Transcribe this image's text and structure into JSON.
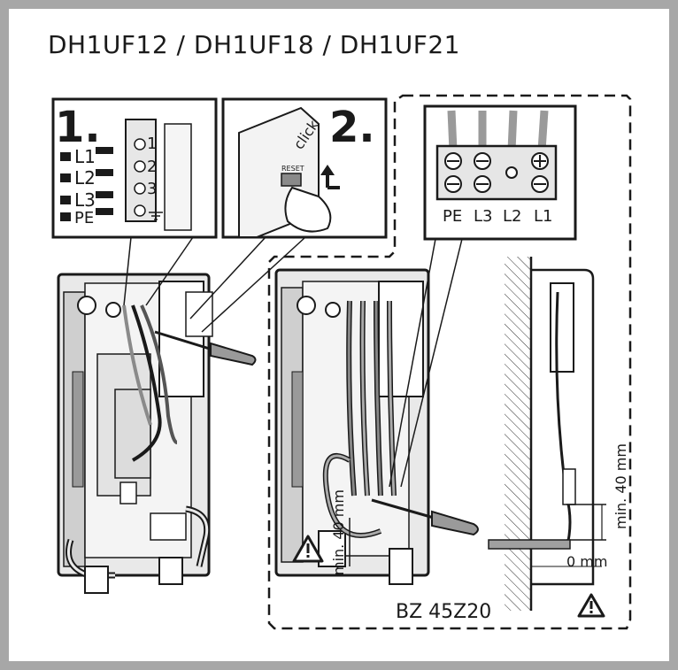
{
  "title": "DH1UF12 / DH1UF18 / DH1UF21",
  "step1": {
    "number": "1.",
    "terminals": [
      "L1",
      "L2",
      "L3",
      "PE"
    ],
    "block_labels": [
      "1",
      "2",
      "3"
    ]
  },
  "step2": {
    "number": "2.",
    "button_label": "RESET",
    "click_label": "click"
  },
  "terminal_strip": {
    "labels": [
      "PE",
      "L3",
      "L2",
      "L1"
    ]
  },
  "measurements": {
    "min_40_left": "min. 40 mm",
    "min_40_right": "min. 40 mm",
    "zero": "0 mm"
  },
  "accessory": "BZ 45Z20",
  "colors": {
    "border": "#a7a7a7",
    "line": "#1a1a1a",
    "grey_fill": "#9a9a9a"
  },
  "icons": [
    "warning-triangle-icon",
    "ground-symbol-icon",
    "arrow-up-icon"
  ]
}
